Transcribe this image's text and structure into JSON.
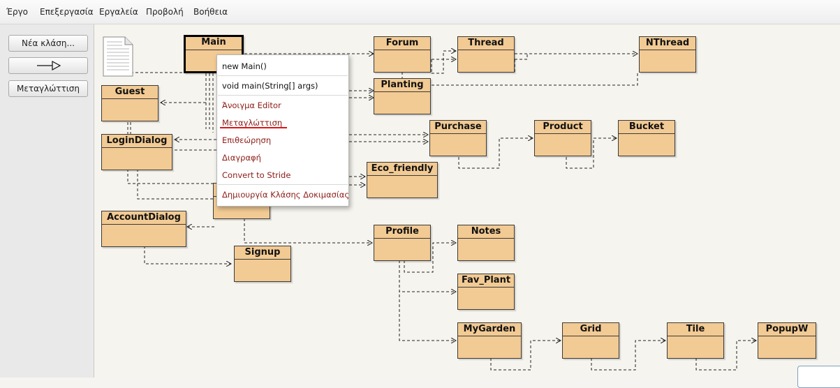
{
  "menubar": {
    "items": [
      "Έργο",
      "Επεξεργασία",
      "Εργαλεία",
      "Προβολή",
      "Βοήθεια"
    ]
  },
  "sidebar": {
    "new_class": "Νέα κλάση...",
    "arrow": "—▷",
    "compile": "Μεταγλώττιση"
  },
  "classes": {
    "main": "Main",
    "guest": "Guest",
    "login": "LoginDialog",
    "account": "AccountDialog",
    "signup": "Signup",
    "forum": "Forum",
    "thread": "Thread",
    "nthread": "NThread",
    "planting": "Planting",
    "purchase": "Purchase",
    "product": "Product",
    "bucket": "Bucket",
    "eco": "Eco_friendly",
    "profile": "Profile",
    "notes": "Notes",
    "favplant": "Fav_Plant",
    "mygarden": "MyGarden",
    "grid": "Grid",
    "tile": "Tile",
    "popupw": "PopupW"
  },
  "context_menu": {
    "new_main": "new Main()",
    "main_method": "void main(String[] args)",
    "open_editor": "Άνοιγμα Editor",
    "compile": "Μεταγλώττιση",
    "inspect": "Επιθεώρηση",
    "delete": "Διαγραφή",
    "convert": "Convert to Stride",
    "create_test": "Δημιουργία Κλάσης Δοκιμασίας"
  },
  "colors": {
    "class_fill": "#f2ca93",
    "menu_item_red": "#8a1c16",
    "highlight_underline": "#e01515"
  }
}
